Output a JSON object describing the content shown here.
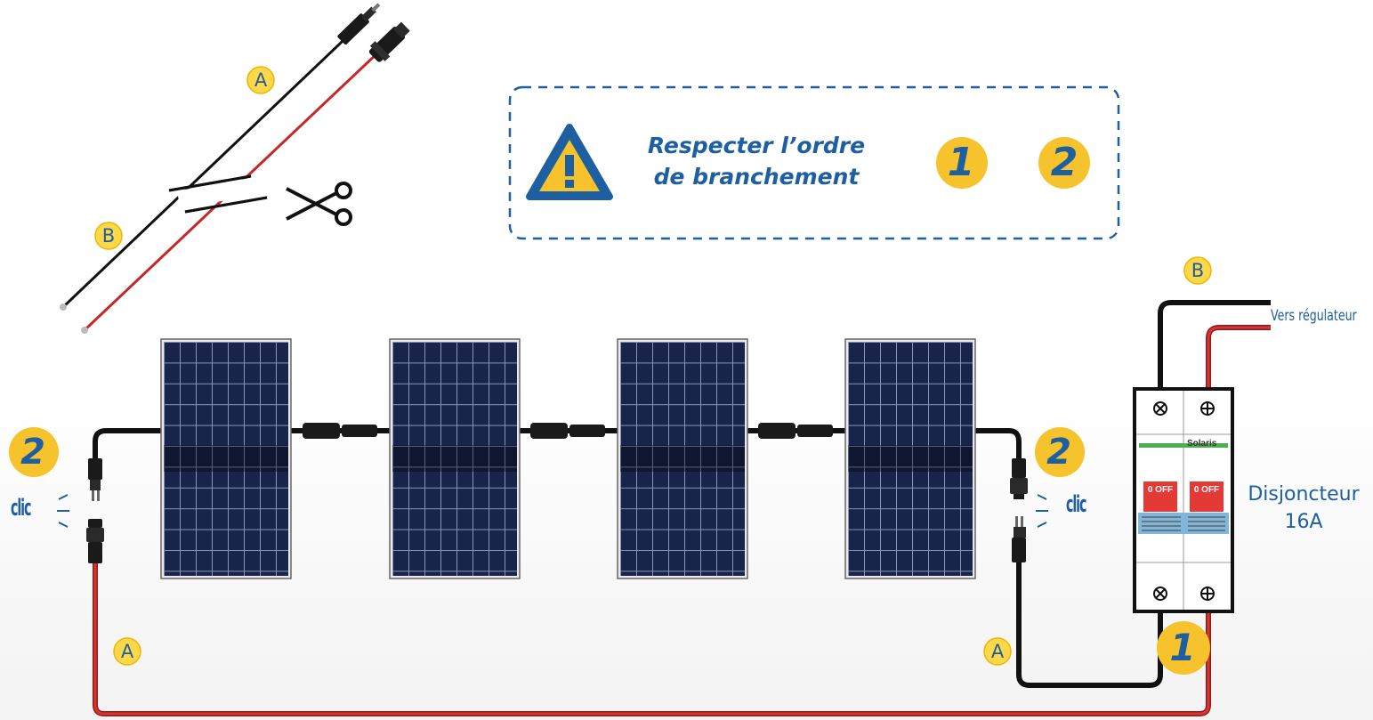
{
  "warning": {
    "line1": "Respecter l’ordre",
    "line2": "de branchement",
    "num1": "1",
    "num2": "2"
  },
  "labels": {
    "cable_a": "A",
    "cable_b": "B",
    "clic": "clic",
    "step1": "1",
    "step2": "2",
    "vers_regulateur": "Vers régulateur",
    "disjoncteur_line1": "Disjoncteur",
    "disjoncteur_line2": "16A",
    "breaker_brand": "Solaris",
    "breaker_off": "0 OFF"
  },
  "icons": {
    "warning": "warning-triangle-icon",
    "scissors": "scissors-icon"
  },
  "colors": {
    "brand_blue": "#1d5fa0",
    "accent_yellow": "#f6c32c",
    "cable_red": "#c62828",
    "cable_black": "#1a1a1a",
    "panel_navy": "#15213f",
    "breaker_red": "#e53935"
  }
}
